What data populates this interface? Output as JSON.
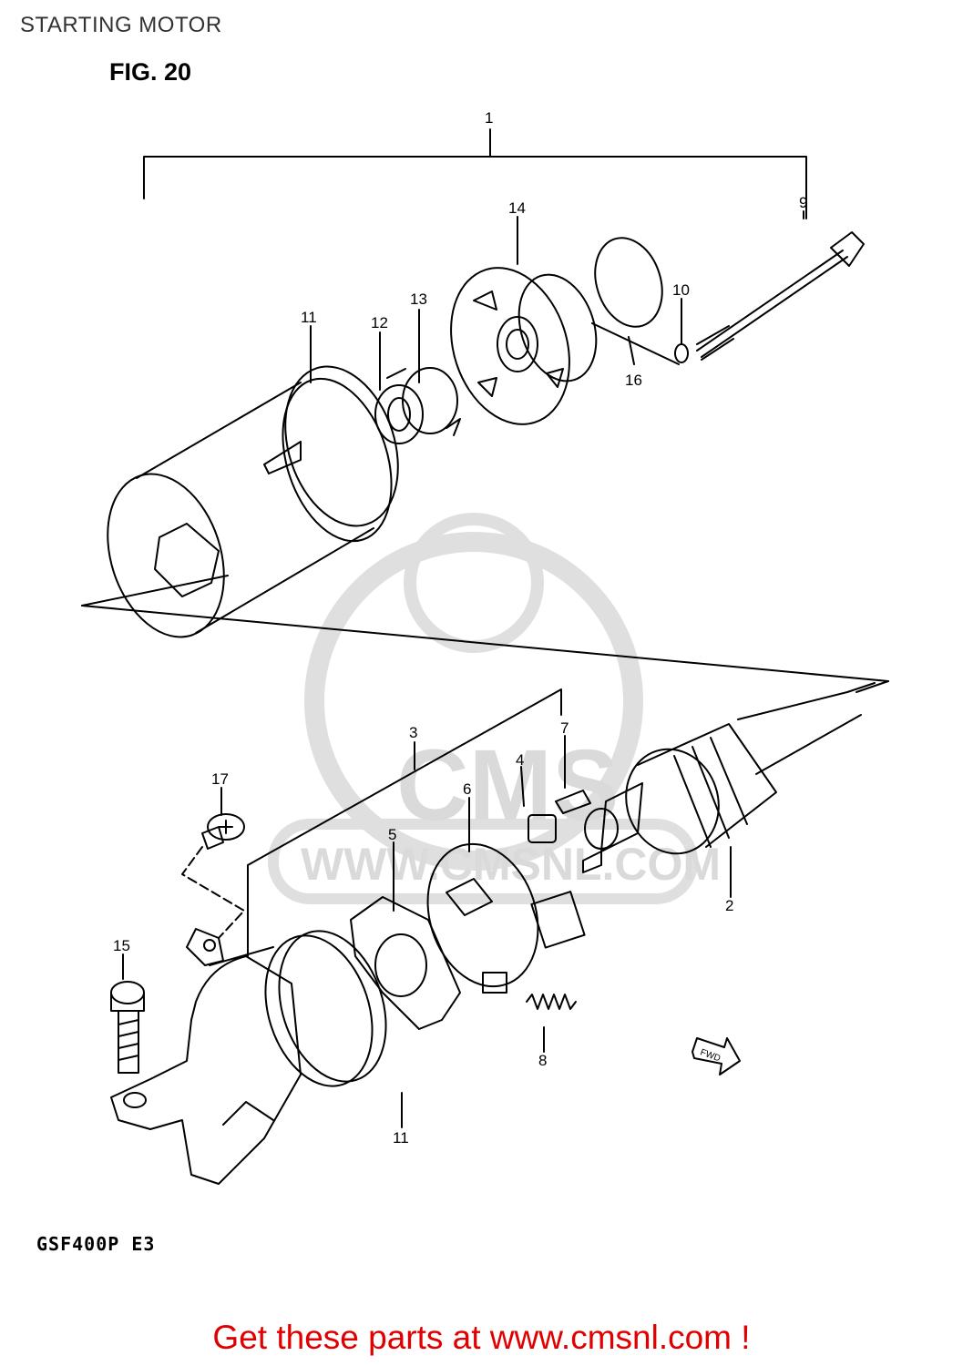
{
  "header": {
    "title": "STARTING MOTOR",
    "figure": "FIG. 20"
  },
  "watermark": {
    "brand": "CMS",
    "url": "WWW.CMSNL.COM"
  },
  "fwd_label": "FWD",
  "callouts": [
    "1",
    "9",
    "14",
    "10",
    "13",
    "11",
    "12",
    "16",
    "3",
    "7",
    "17",
    "4",
    "6",
    "5",
    "2",
    "15",
    "8",
    "11"
  ],
  "model": "GSF400P E3",
  "footer": {
    "text": "Get these parts at www.cmsnl.com !"
  },
  "colors": {
    "footer": "#e00000",
    "watermark": "#d6d6d6",
    "line": "#000000"
  }
}
